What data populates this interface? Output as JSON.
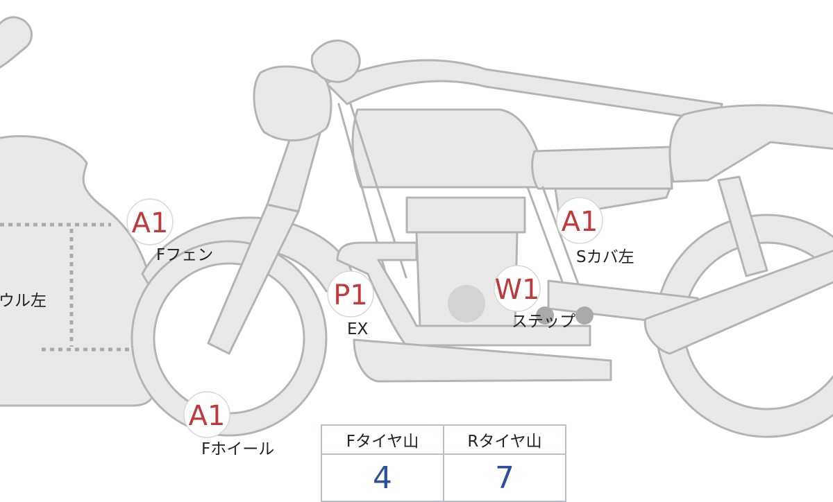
{
  "colors": {
    "code": "#c0393b",
    "value": "#2d4f9c",
    "body_fill": "#e9e9e7",
    "body_stroke": "#b4b4b2"
  },
  "markers": [
    {
      "code": "A1",
      "label": "Fフェン"
    },
    {
      "code": "A1",
      "label": "Sカバ左"
    },
    {
      "code": "P1",
      "label": "EX"
    },
    {
      "code": "W1",
      "label": "ステップ"
    },
    {
      "code": "A1",
      "label": "Fホイール"
    }
  ],
  "left_label": "ウル左",
  "tires": {
    "front_header": "Fタイヤ山",
    "rear_header": "Rタイヤ山",
    "front_value": "4",
    "rear_value": "7"
  }
}
